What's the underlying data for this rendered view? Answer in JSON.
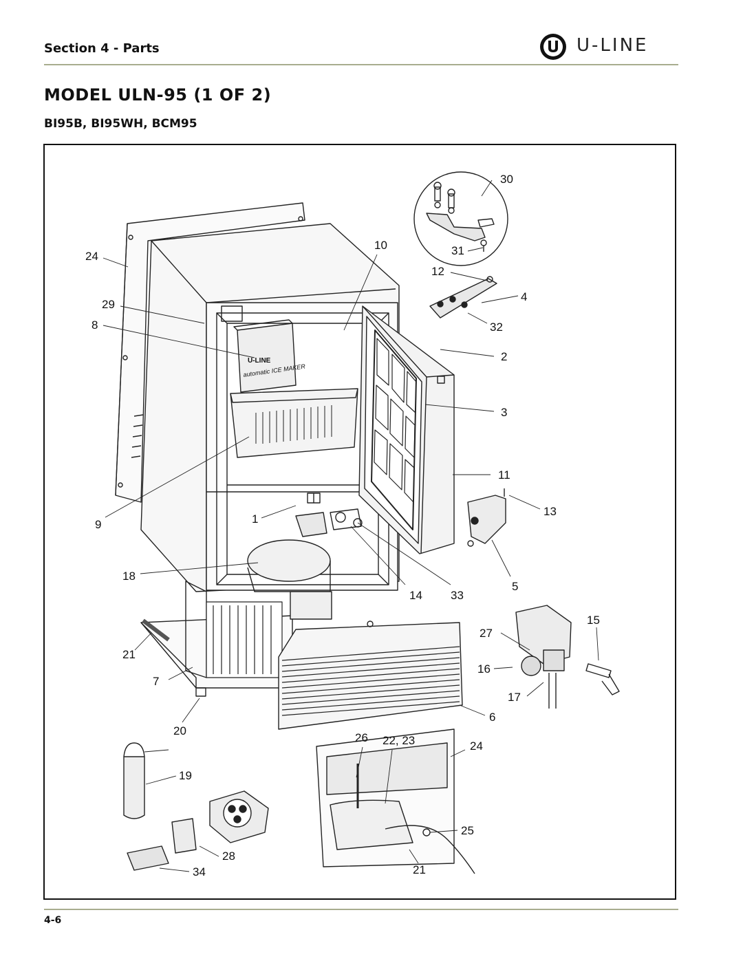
{
  "header": {
    "section": "Section 4 - Parts",
    "brand": "U-LINE"
  },
  "title": "MODEL ULN-95 (1 OF 2)",
  "subtitle": "BI95B, BI95WH, BCM95",
  "diagram": {
    "callouts": [
      "30",
      "31",
      "10",
      "12",
      "4",
      "32",
      "24",
      "29",
      "8",
      "2",
      "3",
      "11",
      "13",
      "9",
      "1",
      "5",
      "18",
      "14",
      "33",
      "15",
      "27",
      "21",
      "16",
      "7",
      "17",
      "6",
      "20",
      "26",
      "22, 23",
      "24",
      "19",
      "25",
      "28",
      "34",
      "21"
    ],
    "ice_maker_label_brand": "U-LINE",
    "ice_maker_label_text": "automatic ICE MAKER"
  },
  "footer": {
    "page": "4-6"
  }
}
